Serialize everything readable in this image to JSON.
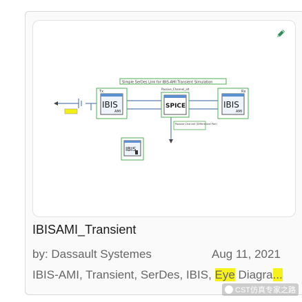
{
  "card": {
    "title": "IBISAMI_Transient",
    "author": "by: Dassault Systemes",
    "date": "Aug 11, 2021",
    "tags_prefix": "IBIS-AMI, Transient, SerDes, IBIS, ",
    "tags_highlight_1": "Eye",
    "tags_middle": " Diagra",
    "tags_highlight_2": "...",
    "highlight_color": "#f7f11a"
  },
  "edit_icon": "pencil-icon",
  "schematic": {
    "banner": "Simple SerDes Link for IBIS-AMI Transient Simulation",
    "tx_block": "IBIS",
    "tx_sub": "AMI",
    "spice_block": "SPICE",
    "rx_block": "IBIS",
    "rx_sub": "AMI",
    "probe_block": "IBIS",
    "spice_top_label": "Passive_Channel_alt",
    "spice_bottom_label": "Passive Channel (Differential Pair)",
    "tx_label": "Tx",
    "rx_label": "Rx"
  },
  "watermark": "CST仿真专家之路"
}
